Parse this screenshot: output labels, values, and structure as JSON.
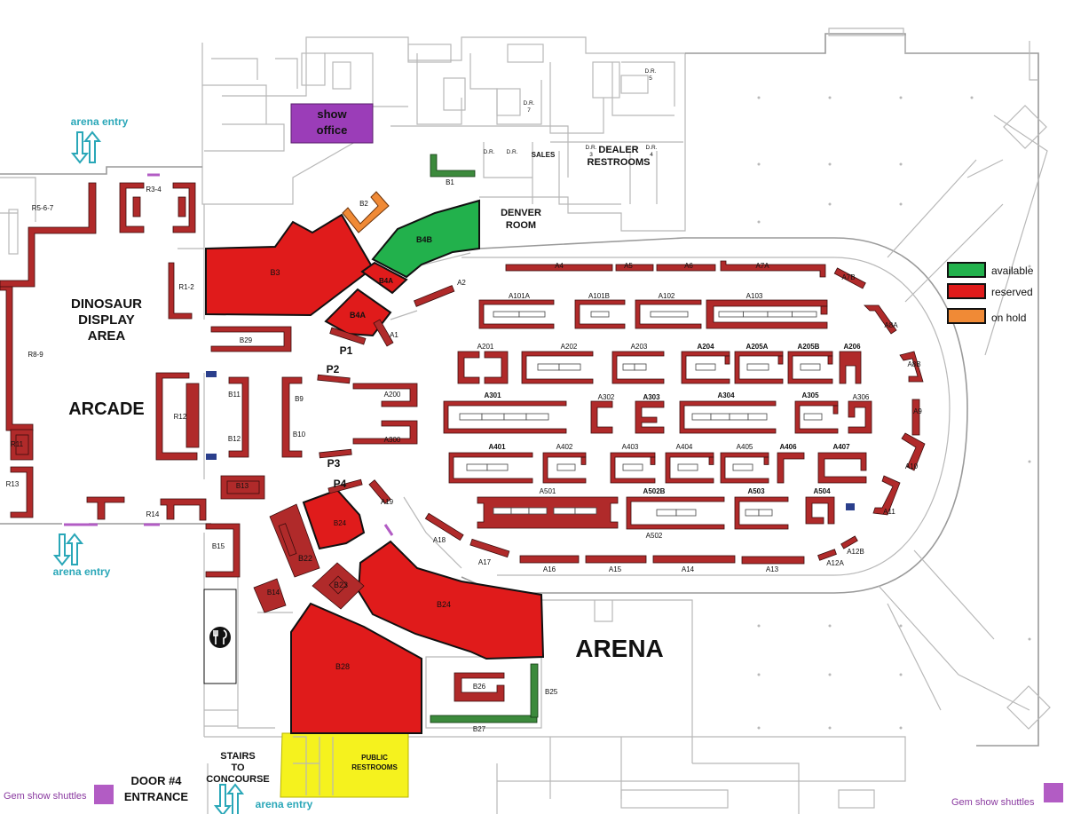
{
  "labels": {
    "show_office": "show",
    "show_office_2": "office",
    "dealer_restrooms_1": "DEALER",
    "dealer_restrooms_2": "RESTROOMS",
    "sales": "SALES",
    "denver_room_1": "DENVER",
    "denver_room_2": "ROOM",
    "dinosaur_1": "DINOSAUR",
    "dinosaur_2": "DISPLAY",
    "dinosaur_3": "AREA",
    "arcade": "ARCADE",
    "arena": "ARENA",
    "public_restrooms_1": "PUBLIC",
    "public_restrooms_2": "RESTROOMS",
    "stairs_1": "STAIRS",
    "stairs_2": "TO",
    "stairs_3": "CONCOURSE",
    "door_1": "DOOR #4",
    "door_2": "ENTRANCE",
    "dr_labels": [
      "D.R.",
      "D.R.",
      "D.R.",
      "D.R.",
      "D.R.",
      "D.R."
    ],
    "dr_numbers": [
      "7",
      "5",
      "3",
      "4"
    ]
  },
  "entries": {
    "arena_entry_nw": "arena entry",
    "arena_entry_w": "arena entry",
    "arena_entry_s": "arena entry"
  },
  "shuttles": {
    "left": "Gem show shuttles",
    "right": "Gem show shuttles"
  },
  "legend": {
    "items": [
      {
        "label": "available",
        "color": "#22b14c"
      },
      {
        "label": "reserved",
        "color": "#e01b1b"
      },
      {
        "label": "on hold",
        "color": "#f08a36"
      }
    ]
  },
  "colors": {
    "reserved": "#e01b1b",
    "available": "#22b14c",
    "on_hold": "#f08a36",
    "show_office": "#9b3db8",
    "public_restrooms": "#f5f21e",
    "entry_arrows": "#2aa7b8",
    "shuttle": "#b25cc4"
  },
  "booths": {
    "B1": "B1",
    "B2": "B2",
    "B3": "B3",
    "B4A": "B4A",
    "B4B": "B4B",
    "B9": "B9",
    "B10": "B10",
    "B11": "B11",
    "B12": "B12",
    "B13": "B13",
    "B14": "B14",
    "B15": "B15",
    "B22": "B22",
    "B23": "B23",
    "B24a": "B24",
    "B24b": "B24",
    "B25": "B25",
    "B26": "B26",
    "B27": "B27",
    "B28": "B28",
    "B29": "B29",
    "R1_2": "R1-2",
    "R3_4": "R3-4",
    "R5_6_7": "R5-6-7",
    "R8_9": "R8-9",
    "R11": "R11",
    "R12": "R12",
    "R13": "R13",
    "R14": "R14",
    "P1": "P1",
    "P2": "P2",
    "P3": "P3",
    "P4": "P4",
    "A1": "A1",
    "A2": "A2",
    "A4": "A4",
    "A5": "A5",
    "A6": "A6",
    "A7A": "A7A",
    "A7B": "A7B",
    "A8A": "A8A",
    "A8B": "A8B",
    "A9": "A9",
    "A10": "A10",
    "A11": "A11",
    "A12A": "A12A",
    "A12B": "A12B",
    "A13": "A13",
    "A14": "A14",
    "A15": "A15",
    "A16": "A16",
    "A17": "A17",
    "A18": "A18",
    "A19": "A19",
    "A101A": "A101A",
    "A101B": "A101B",
    "A102": "A102",
    "A103": "A103",
    "A200": "A200",
    "A201": "A201",
    "A202": "A202",
    "A203": "A203",
    "A204": "A204",
    "A205A": "A205A",
    "A205B": "A205B",
    "A206": "A206",
    "A300": "A300",
    "A301": "A301",
    "A302": "A302",
    "A303": "A303",
    "A304": "A304",
    "A305": "A305",
    "A306": "A306",
    "A401": "A401",
    "A402": "A402",
    "A403": "A403",
    "A404": "A404",
    "A405": "A405",
    "A406": "A406",
    "A407": "A407",
    "A501": "A501",
    "A502B": "A502B",
    "A502": "A502",
    "A503": "A503",
    "A504": "A504"
  }
}
